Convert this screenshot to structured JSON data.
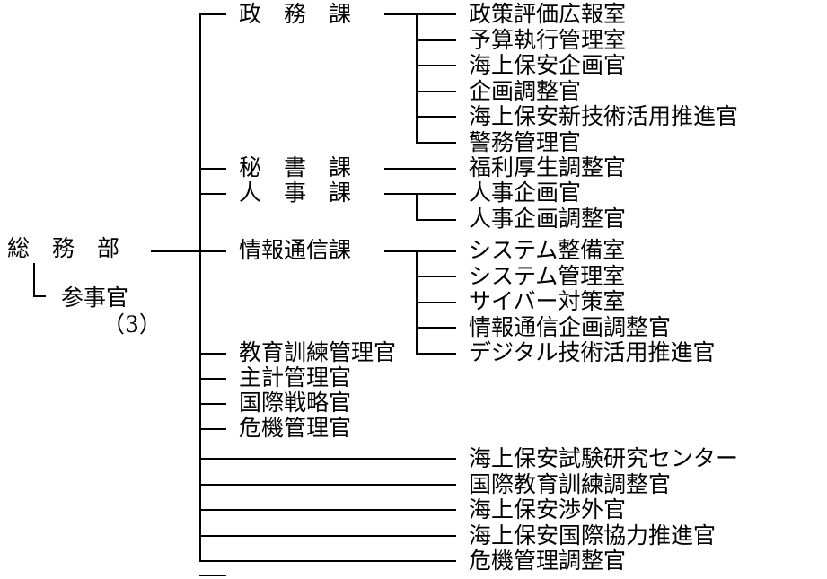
{
  "root": {
    "label": "総　務　部",
    "sub": {
      "label": "参事官",
      "count": "（3）"
    }
  },
  "divisions": [
    {
      "label": "政　務　課",
      "offices": [
        "政策評価広報室",
        "予算執行管理室",
        "海上保安企画官",
        "企画調整官",
        "海上保安新技術活用推進官",
        "警務管理官"
      ]
    },
    {
      "label": "秘　書　課",
      "offices": [
        "福利厚生調整官"
      ]
    },
    {
      "label": "人　事　課",
      "offices": [
        "人事企画官",
        "人事企画調整官"
      ]
    },
    {
      "label": "情報通信課",
      "offices": [
        "システム整備室",
        "システム管理室",
        "サイバー対策室",
        "情報通信企画調整官",
        "デジタル技術活用推進官"
      ]
    },
    {
      "label": "教育訓練管理官"
    },
    {
      "label": "主計管理官"
    },
    {
      "label": "国際戦略官"
    },
    {
      "label": "危機管理官"
    }
  ],
  "direct_offices": [
    "海上保安試験研究センター",
    "国際教育訓練調整官",
    "海上保安渉外官",
    "海上保安国際協力推進官",
    "危機管理調整官"
  ]
}
